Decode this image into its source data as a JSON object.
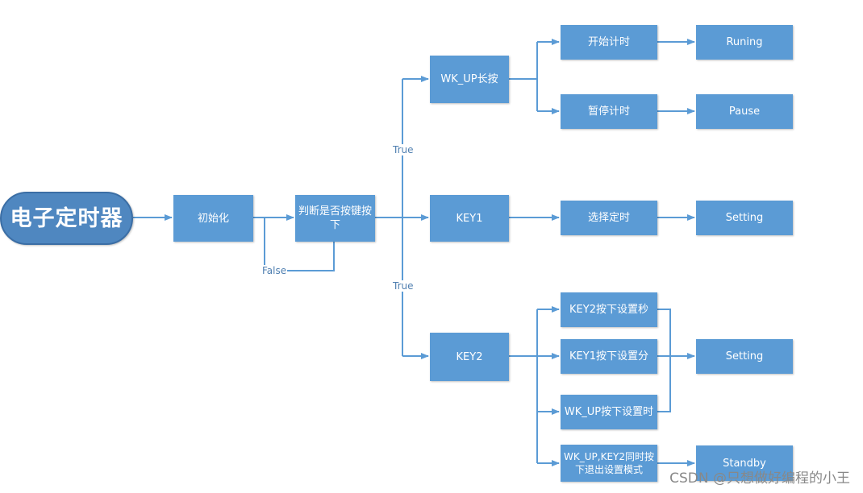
{
  "colors": {
    "node_fill": "#5b9bd5",
    "connector": "#5b9bd5",
    "text_on_node": "#ffffff"
  },
  "nodes": {
    "start": "电子定时器",
    "init": "初始化",
    "judge": "判断是否按键按下",
    "wkup_long": "WK_UP长按",
    "key1": "KEY1",
    "key2": "KEY2",
    "start_timing": "开始计时",
    "pause_timing": "暂停计时",
    "select_timing": "选择定时",
    "running": "Runing",
    "pause": "Pause",
    "setting1": "Setting",
    "key2_set_sec": "KEY2按下设置秒",
    "key1_set_min": "KEY1按下设置分",
    "wkup_set_hour": "WK_UP按下设置时",
    "exit_setting": "WK_UP,KEY2同时按下退出设置模式",
    "setting2": "Setting",
    "standby": "Standby"
  },
  "labels": {
    "true_top": "True",
    "true_bottom": "True",
    "false": "False"
  },
  "watermark": "CSDN @只想做好编程的小王"
}
